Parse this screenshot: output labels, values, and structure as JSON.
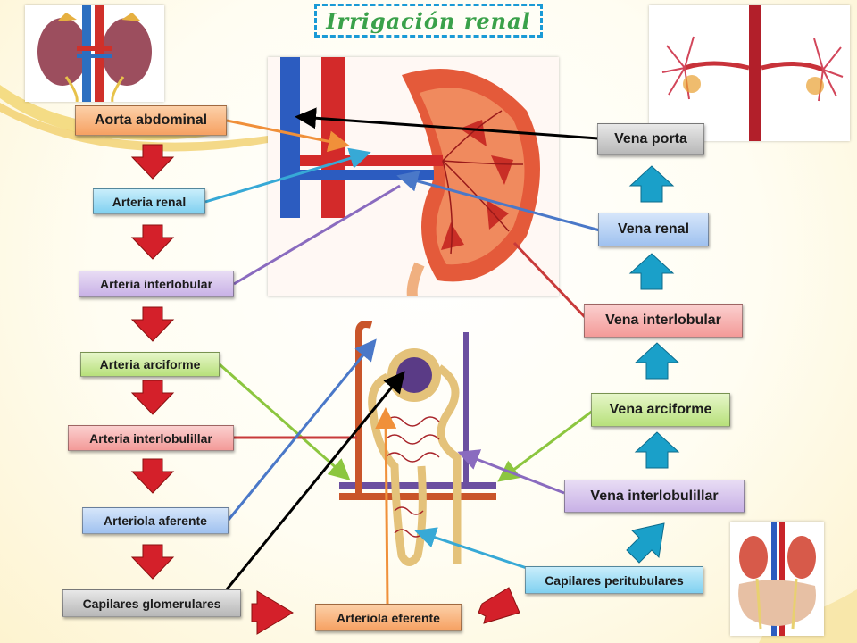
{
  "title": "Irrigación renal",
  "labels": {
    "aorta_abdominal": "Aorta abdominal",
    "arteria_renal": "Arteria renal",
    "arteria_interlobular": "Arteria interlobular",
    "arteria_arciforme": "Arteria arciforme",
    "arteria_interlobulillar": "Arteria interlobulillar",
    "arteriola_aferente": "Arteriola aferente",
    "capilares_glomerulares": "Capilares glomerulares",
    "arteriola_eferente": "Arteriola eferente",
    "capilares_peritubulares": "Capilares peritubulares",
    "vena_interlobulillar": "Vena interlobulillar",
    "vena_arciforme": "Vena arciforme",
    "vena_interlobular": "Vena interlobular",
    "vena_renal": "Vena renal",
    "vena_porta": "Vena porta"
  },
  "colors": {
    "artery": "#d4202a",
    "vein": "#1f5fb5",
    "down_arrow": "#d4202a",
    "up_arrow": "#1aa0c9",
    "title_text": "#3aa14a",
    "title_border": "#1a9ad6"
  }
}
